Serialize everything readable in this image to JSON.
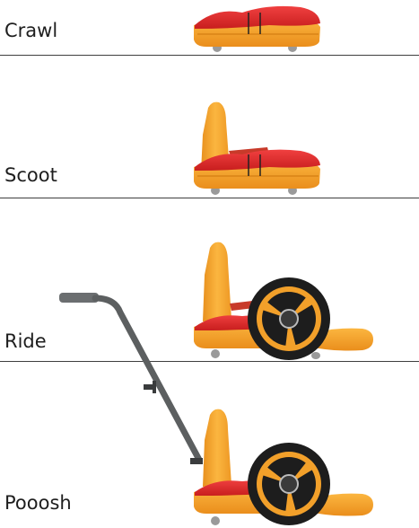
{
  "stages": [
    {
      "label": "Crawl"
    },
    {
      "label": "Scoot"
    },
    {
      "label": "Ride"
    },
    {
      "label": "Pooosh"
    }
  ],
  "colors": {
    "seat_orange": "#f7a22a",
    "seat_orange_dark": "#e08a18",
    "cushion_red": "#e52a2a",
    "wheel_black": "#1d1d1d",
    "rim_orange": "#f2a02a",
    "handle_grey": "#5c5f60",
    "caster_grey": "#9a9a9a"
  }
}
